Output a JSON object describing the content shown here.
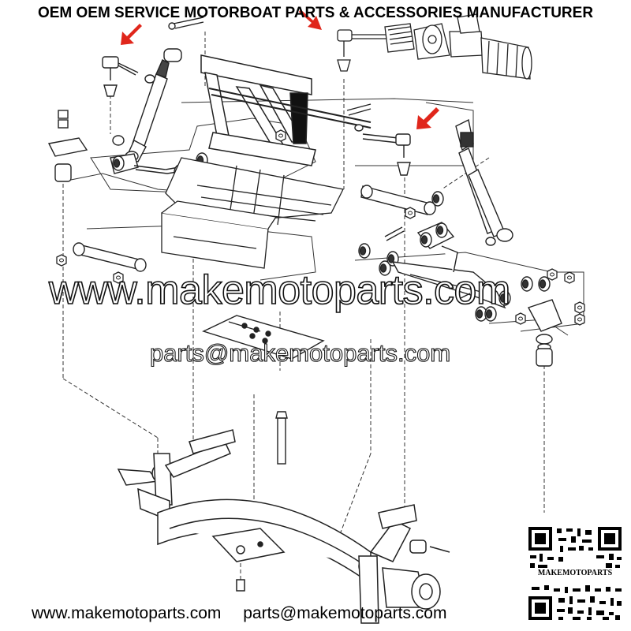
{
  "header": {
    "title": "OEM OEM SERVICE MOTORBOAT PARTS & ACCESSORIES MANUFACTURER"
  },
  "watermark": {
    "site": "www.makemotoparts.com",
    "email": "parts@makemotoparts.com"
  },
  "footer": {
    "site": "www.makemotoparts.com",
    "email": "parts@makemotoparts.com"
  },
  "qr": {
    "label": "MAKEMOTOPARTS"
  },
  "colors": {
    "arrow": "#e0261b",
    "line": "#222222",
    "background": "#ffffff"
  },
  "icons": [
    "arrow-pointer-icon",
    "qr-code-icon"
  ]
}
